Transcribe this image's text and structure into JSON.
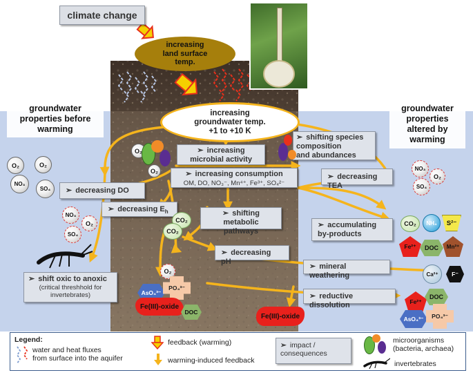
{
  "top": {
    "climate_change": "climate change",
    "land_surface": "increasing\nland surface\ntemp.",
    "groundwater_temp_line1": "increasing",
    "groundwater_temp_line2": "groundwater temp.",
    "groundwater_temp_line3": "+1 to +10 K"
  },
  "side_titles": {
    "before": "groundwater\nproperties before\nwarming",
    "after": "groundwater\nproperties\naltered by\nwarming"
  },
  "boxes": {
    "microbial_activity": "increasing\nmicrobial activity",
    "shifting_species": "shifting species\ncomposition\nand abundances",
    "consumption_title": "increasing consumption",
    "consumption_items": "OM, DO, NO₃⁻, Mn⁴⁺, Fe³⁺, SO₄²⁻",
    "decreasing_tea": "decreasing TEA",
    "decreasing_do": "decreasing DO",
    "decreasing_eh": "decreasing E",
    "eh_sub": "h",
    "shifting_metabolic": "shifting metabolic\npathways",
    "accumulating": "accumulating\nby-products",
    "decreasing_ph": "decreasing pH",
    "mineral_weathering": "mineral weathering",
    "shift_oxic_title": "shift oxic to anoxic",
    "shift_oxic_sub": "(critical threshhold for\ninvertebrates)",
    "reductive_dissolution": "reductive dissolution"
  },
  "molecules": {
    "o2": "O₂",
    "no3": "NO₃",
    "so4": "SO₄",
    "co2": "CO₂",
    "nh4": "NH₄",
    "s2": "S²⁻",
    "fe2": "Fe²⁺",
    "doc": "DOC",
    "mn2": "Mn²⁺",
    "ca2": "Ca²⁺",
    "f": "F⁻",
    "aso4": "AsO₄³⁻",
    "po4": "PO₄³⁻",
    "fe3_oxide": "Fe(III)-oxide"
  },
  "legend": {
    "title": "Legend:",
    "fluxes": "water and heat fluxes\nfrom surface into the aquifer",
    "feedback": "feedback (warming)",
    "warming_feedback": "warming-induced  feedback",
    "impact": "impact /\nconsequences",
    "microorganisms": "microorganisms\n(bacteria, archaea)",
    "invertebrates": "invertebrates"
  },
  "colors": {
    "groundwater_blue": "#c5d3ec",
    "arrow_orange": "#f5b41c",
    "ellipse_olive": "#a67f0c",
    "feedback_red": "#e8301c",
    "box_gray": "#dfe3ea"
  }
}
